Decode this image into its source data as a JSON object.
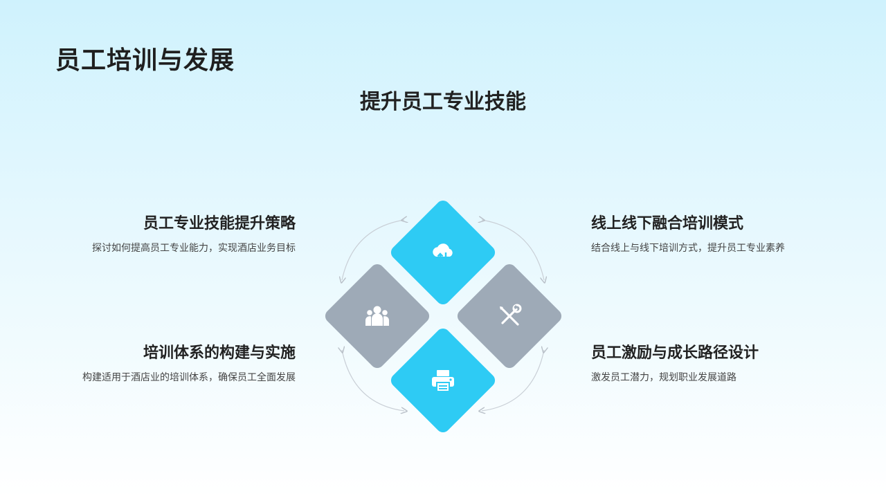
{
  "slide": {
    "title": "员工培训与发展",
    "subtitle": "提升员工专业技能"
  },
  "items": [
    {
      "heading": "员工专业技能提升策略",
      "desc": "探讨如何提高员工专业能力，实现酒店业务目标"
    },
    {
      "heading": "培训体系的构建与实施",
      "desc": "构建适用于酒店业的培训体系，确保员工全面发展"
    },
    {
      "heading": "线上线下融合培训模式",
      "desc": "结合线上与线下培训方式，提升员工专业素养"
    },
    {
      "heading": "员工激励与成长路径设计",
      "desc": "激发员工潜力，规划职业发展道路"
    }
  ],
  "diagram": {
    "icons": [
      "cloud-sync-icon",
      "team-icon",
      "tools-icon",
      "printer-icon"
    ],
    "colors": {
      "accent": "#2ecbf4",
      "neutral": "#9eaab7",
      "arrow": "#bfc5cc"
    }
  }
}
